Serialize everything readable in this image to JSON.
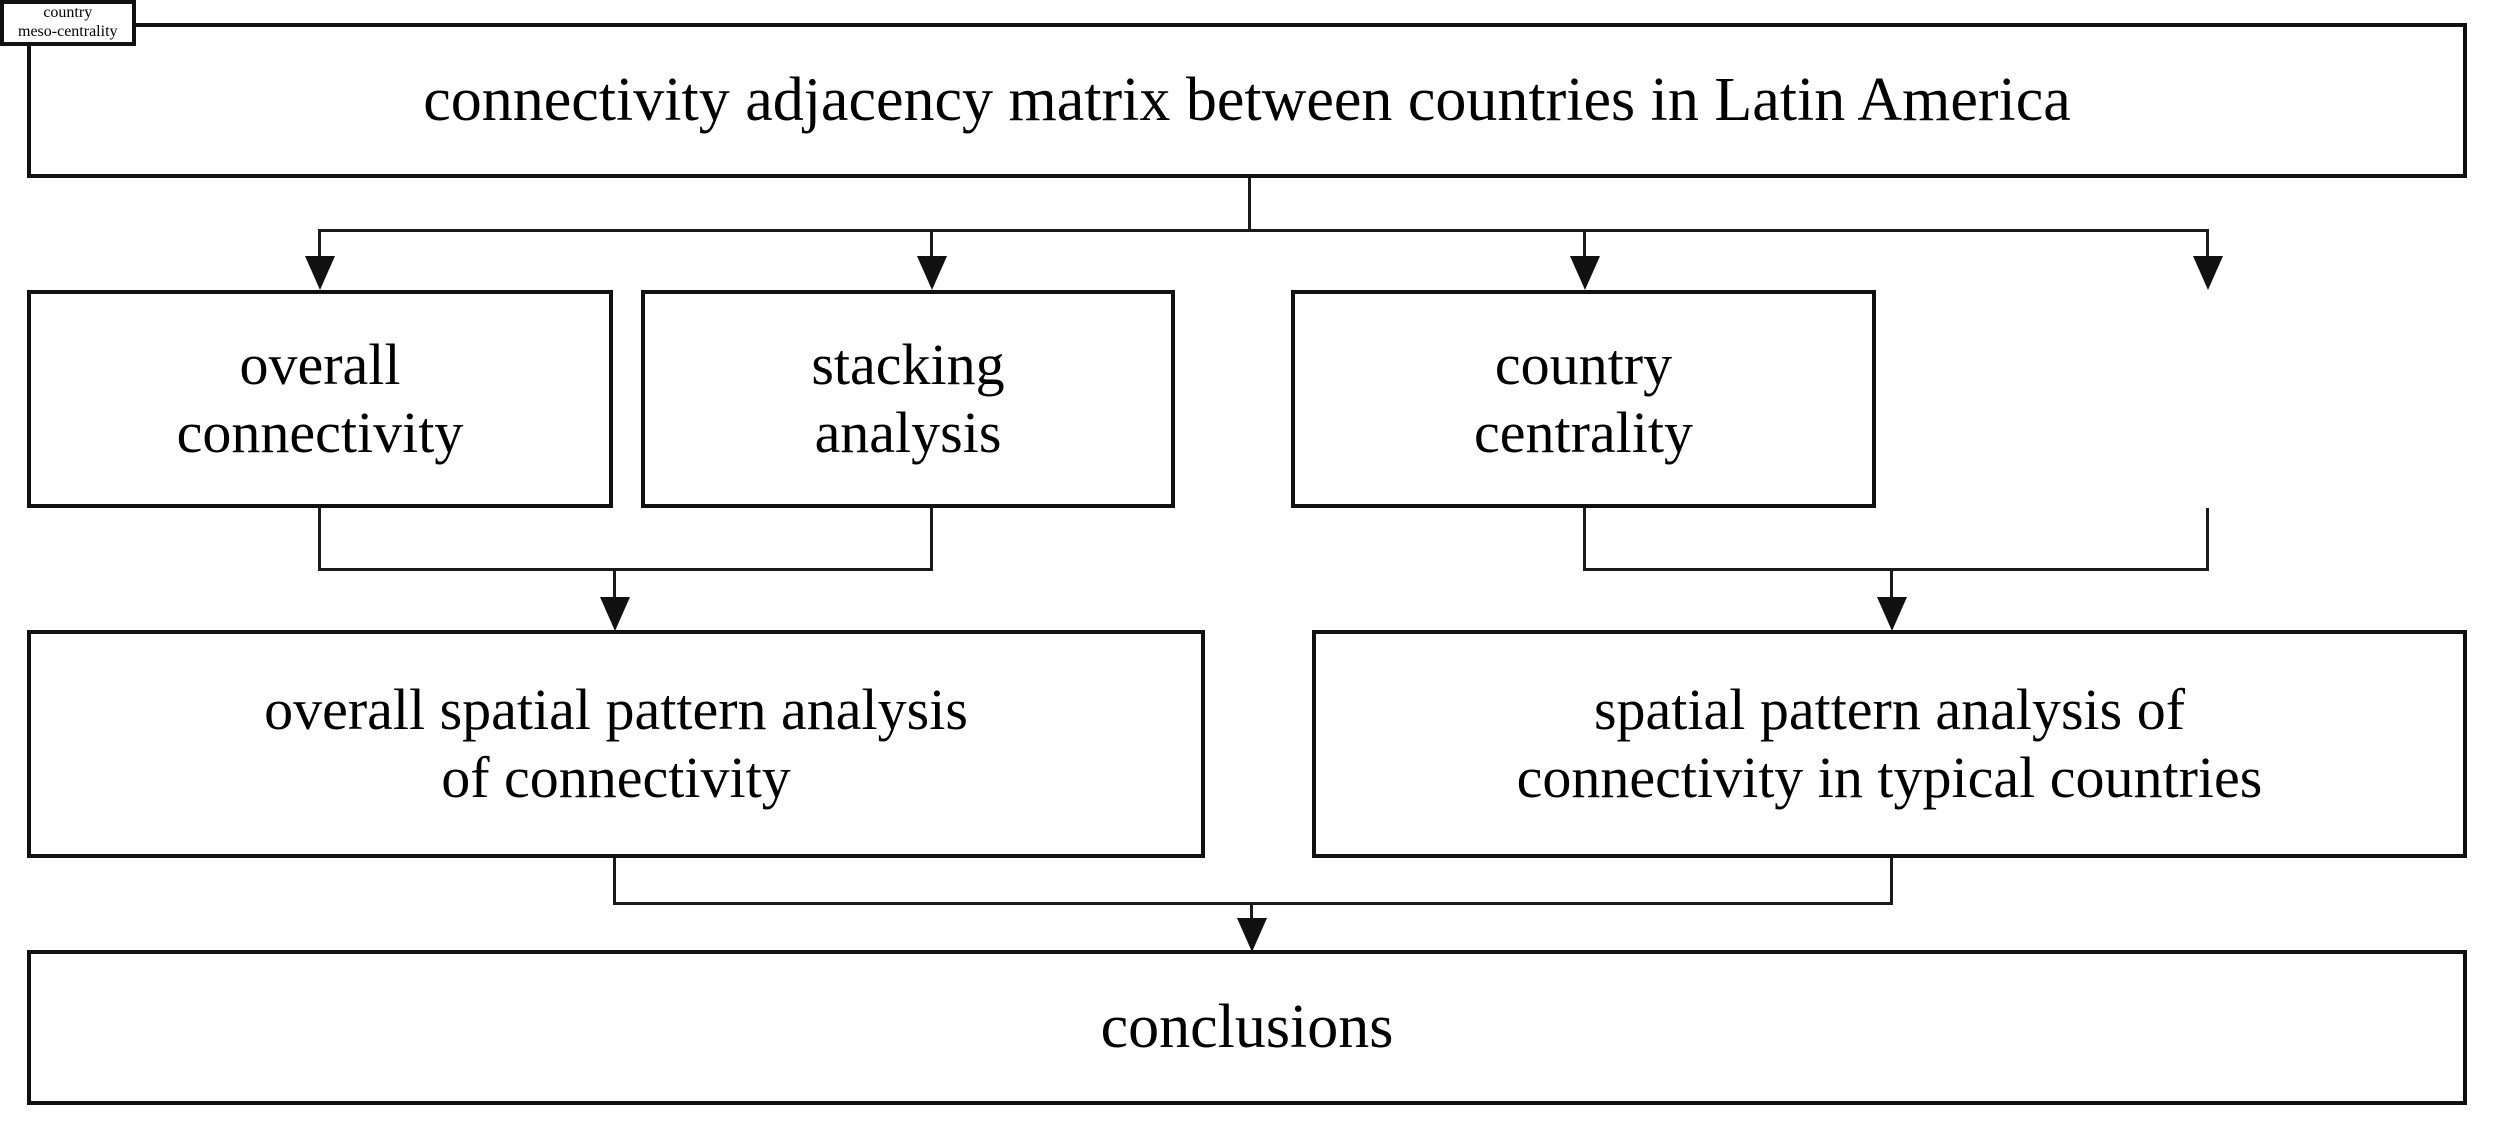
{
  "diagram": {
    "title": "research framework flowchart",
    "orientation": "top-down",
    "background_color": "#ffffff",
    "line_color": "#1a1a1a",
    "box_border_color": "#111111",
    "text_color": "#000000",
    "nodes": {
      "root": {
        "label": "connectivity adjacency matrix between countries in Latin America"
      },
      "overall_connectivity": {
        "label": "overall\nconnectivity"
      },
      "stacking_analysis": {
        "label": "stacking\nanalysis"
      },
      "country_centrality": {
        "label": "country\ncentrality"
      },
      "country_meso_centrality": {
        "label": "country\nmeso-centrality"
      },
      "overall_spatial_pattern": {
        "label": "overall spatial pattern analysis\nof connectivity"
      },
      "typical_spatial_pattern": {
        "label": "spatial pattern analysis of\nconnectivity in typical countries"
      },
      "conclusions": {
        "label": "conclusions"
      }
    },
    "edges": [
      {
        "from": "root",
        "to": "overall_connectivity"
      },
      {
        "from": "root",
        "to": "stacking_analysis"
      },
      {
        "from": "root",
        "to": "country_centrality"
      },
      {
        "from": "root",
        "to": "country_meso_centrality"
      },
      {
        "from": "overall_connectivity",
        "to": "overall_spatial_pattern"
      },
      {
        "from": "stacking_analysis",
        "to": "overall_spatial_pattern"
      },
      {
        "from": "country_centrality",
        "to": "typical_spatial_pattern"
      },
      {
        "from": "country_meso_centrality",
        "to": "typical_spatial_pattern"
      },
      {
        "from": "overall_spatial_pattern",
        "to": "conclusions"
      },
      {
        "from": "typical_spatial_pattern",
        "to": "conclusions"
      }
    ]
  }
}
